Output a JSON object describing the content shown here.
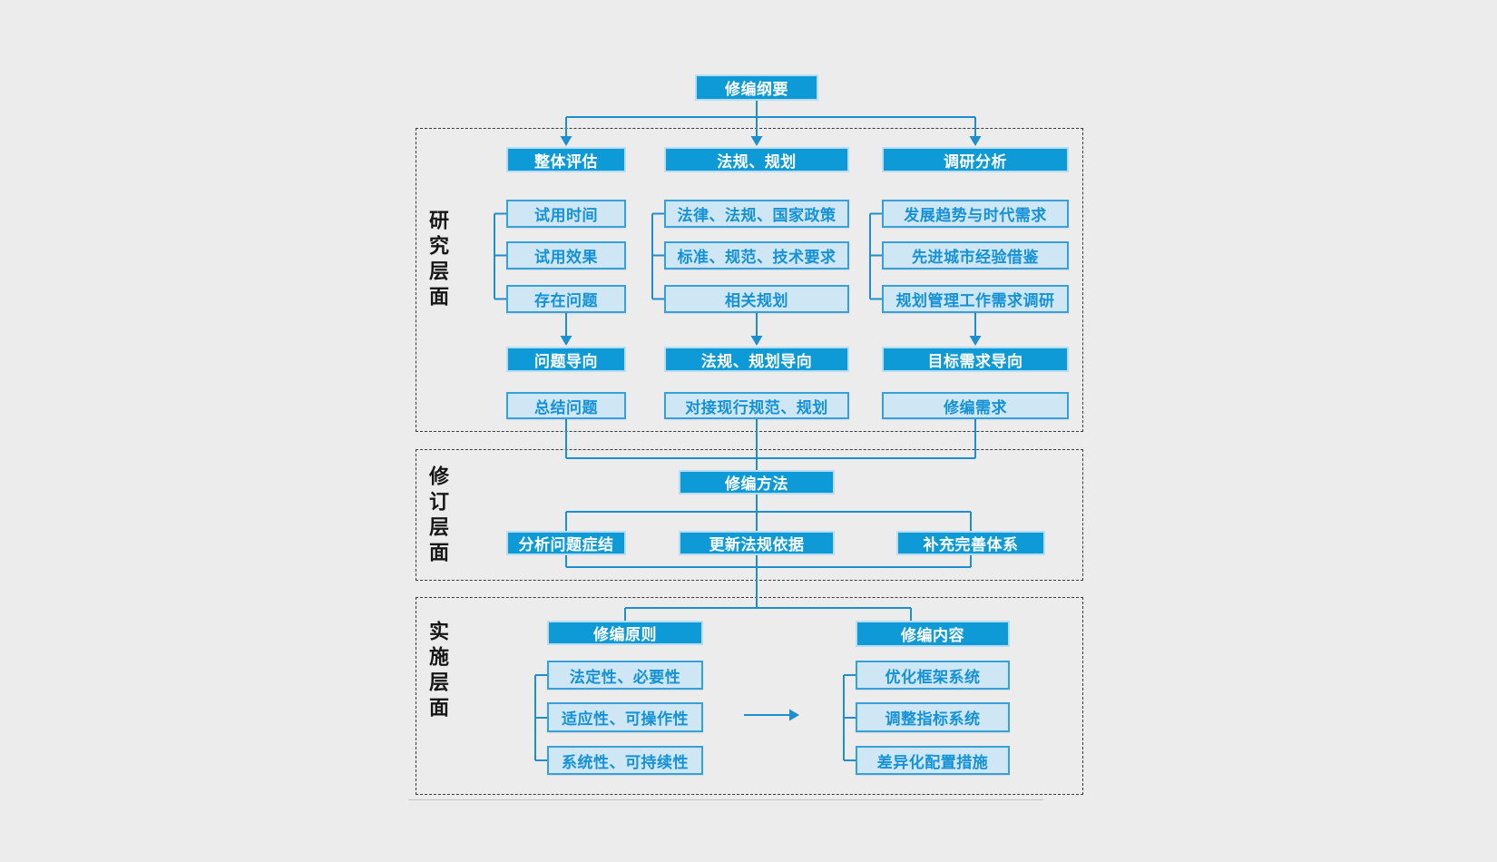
{
  "diagram": {
    "title": "修编纲要",
    "sections": [
      {
        "label": "研究层面"
      },
      {
        "label": "修订层面"
      },
      {
        "label": "实施层面"
      }
    ],
    "research_columns": [
      {
        "header": "整体评估",
        "items": [
          "试用时间",
          "试用效果",
          "存在问题"
        ],
        "orientation": "问题导向",
        "result": "总结问题"
      },
      {
        "header": "法规、规划",
        "items": [
          "法律、法规、国家政策",
          "标准、规范、技术要求",
          "相关规划"
        ],
        "orientation": "法规、规划导向",
        "result": "对接现行规范、规划"
      },
      {
        "header": "调研分析",
        "items": [
          "发展趋势与时代需求",
          "先进城市经验借鉴",
          "规划管理工作需求调研"
        ],
        "orientation": "目标需求导向",
        "result": "修编需求"
      }
    ],
    "revision": {
      "method": "修编方法",
      "approaches": [
        "分析问题症结",
        "更新法规依据",
        "补充完善体系"
      ]
    },
    "implementation": {
      "principles": {
        "header": "修编原则",
        "items": [
          "法定性、必要性",
          "适应性、可操作性",
          "系统性、可持续性"
        ]
      },
      "contents": {
        "header": "修编内容",
        "items": [
          "优化框架系统",
          "调整指标系统",
          "差异化配置措施"
        ]
      }
    },
    "colors": {
      "accent": "#0d9ad6",
      "light_fill": "#cfe6f4",
      "light_border": "#35a0da",
      "light_text": "#1592d6",
      "connector": "#1f8ece",
      "background": "#ececec"
    }
  }
}
